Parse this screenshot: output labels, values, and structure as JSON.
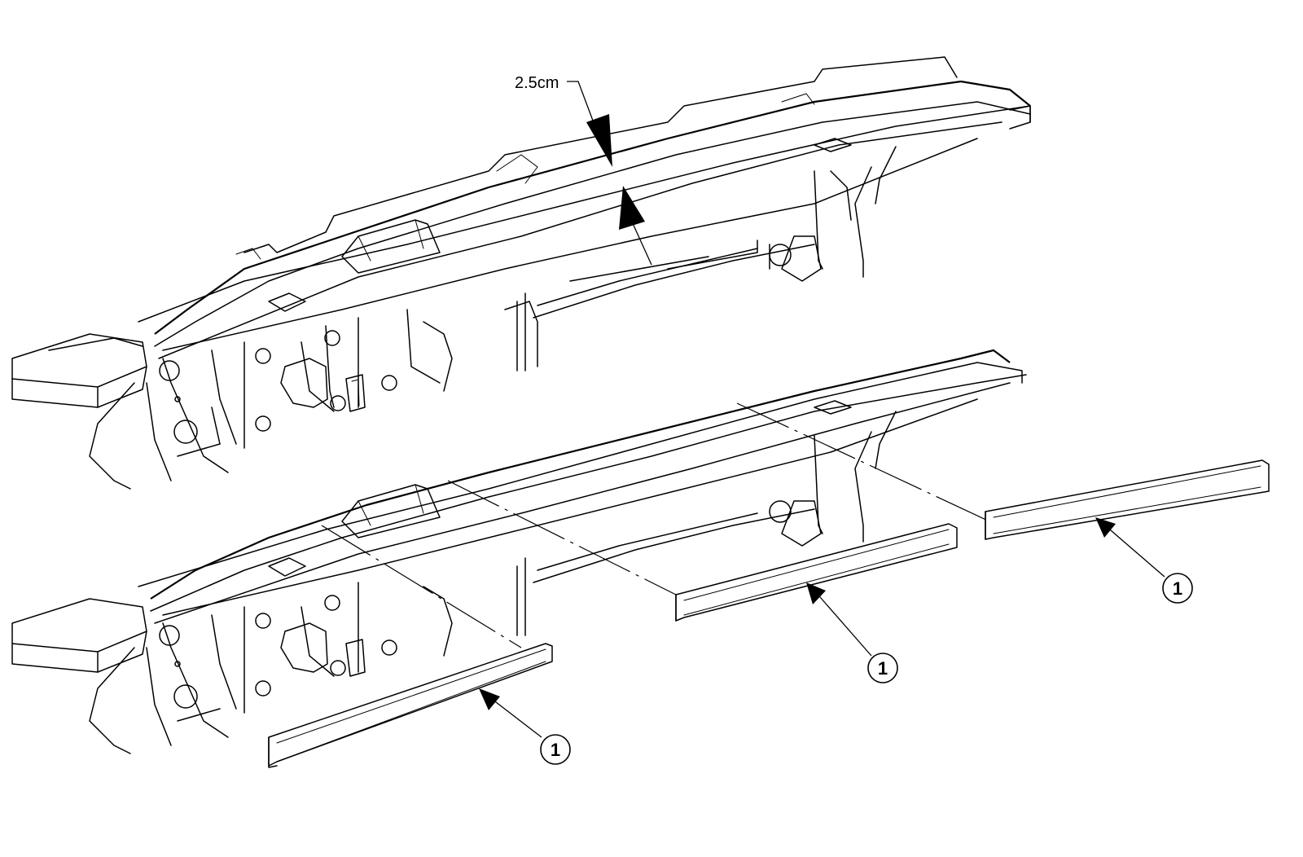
{
  "dimension": {
    "label": "2.5cm"
  },
  "callouts": [
    {
      "label": "1"
    },
    {
      "label": "1"
    },
    {
      "label": "1"
    }
  ]
}
